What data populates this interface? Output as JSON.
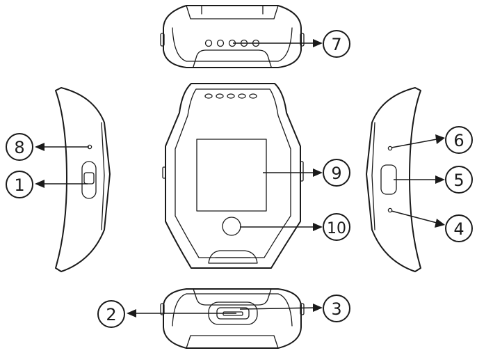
{
  "colors": {
    "ink": "#1a1a1a",
    "background": "#ffffff"
  },
  "callouts": [
    {
      "id": "c1",
      "label": "1"
    },
    {
      "id": "c2",
      "label": "2"
    },
    {
      "id": "c3",
      "label": "3"
    },
    {
      "id": "c4",
      "label": "4"
    },
    {
      "id": "c5",
      "label": "5"
    },
    {
      "id": "c6",
      "label": "6"
    },
    {
      "id": "c7",
      "label": "7"
    },
    {
      "id": "c8",
      "label": "8"
    },
    {
      "id": "c9",
      "label": "9"
    },
    {
      "id": "c10",
      "label": "10"
    }
  ]
}
